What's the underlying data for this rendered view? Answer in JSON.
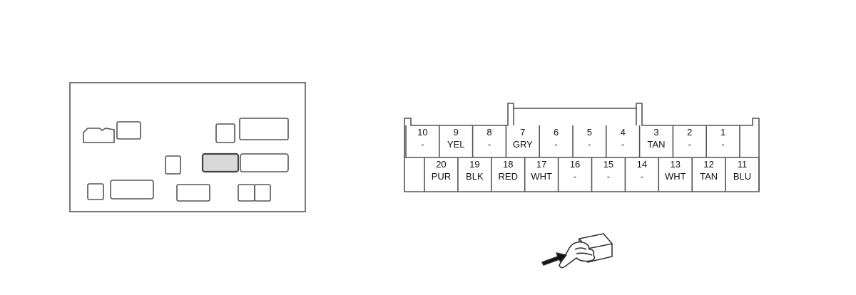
{
  "connector": {
    "top_row": [
      {
        "pin": "10",
        "color": "-"
      },
      {
        "pin": "9",
        "color": "YEL"
      },
      {
        "pin": "8",
        "color": "-"
      },
      {
        "pin": "7",
        "color": "GRY"
      },
      {
        "pin": "6",
        "color": "-"
      },
      {
        "pin": "5",
        "color": "-"
      },
      {
        "pin": "4",
        "color": "-"
      },
      {
        "pin": "3",
        "color": "TAN"
      },
      {
        "pin": "2",
        "color": "-"
      },
      {
        "pin": "1",
        "color": "-"
      }
    ],
    "bottom_row": [
      {
        "pin": "20",
        "color": "PUR"
      },
      {
        "pin": "19",
        "color": "BLK"
      },
      {
        "pin": "18",
        "color": "RED"
      },
      {
        "pin": "17",
        "color": "WHT"
      },
      {
        "pin": "16",
        "color": "-"
      },
      {
        "pin": "15",
        "color": "-"
      },
      {
        "pin": "14",
        "color": "-"
      },
      {
        "pin": "13",
        "color": "WHT"
      },
      {
        "pin": "12",
        "color": "TAN"
      },
      {
        "pin": "11",
        "color": "BLU"
      }
    ]
  },
  "locator": {
    "highlight_color": "#d9d9d9",
    "highlighted": "connector-location"
  },
  "icons": {
    "view_indicator": "hand-pushing-connector-icon"
  }
}
